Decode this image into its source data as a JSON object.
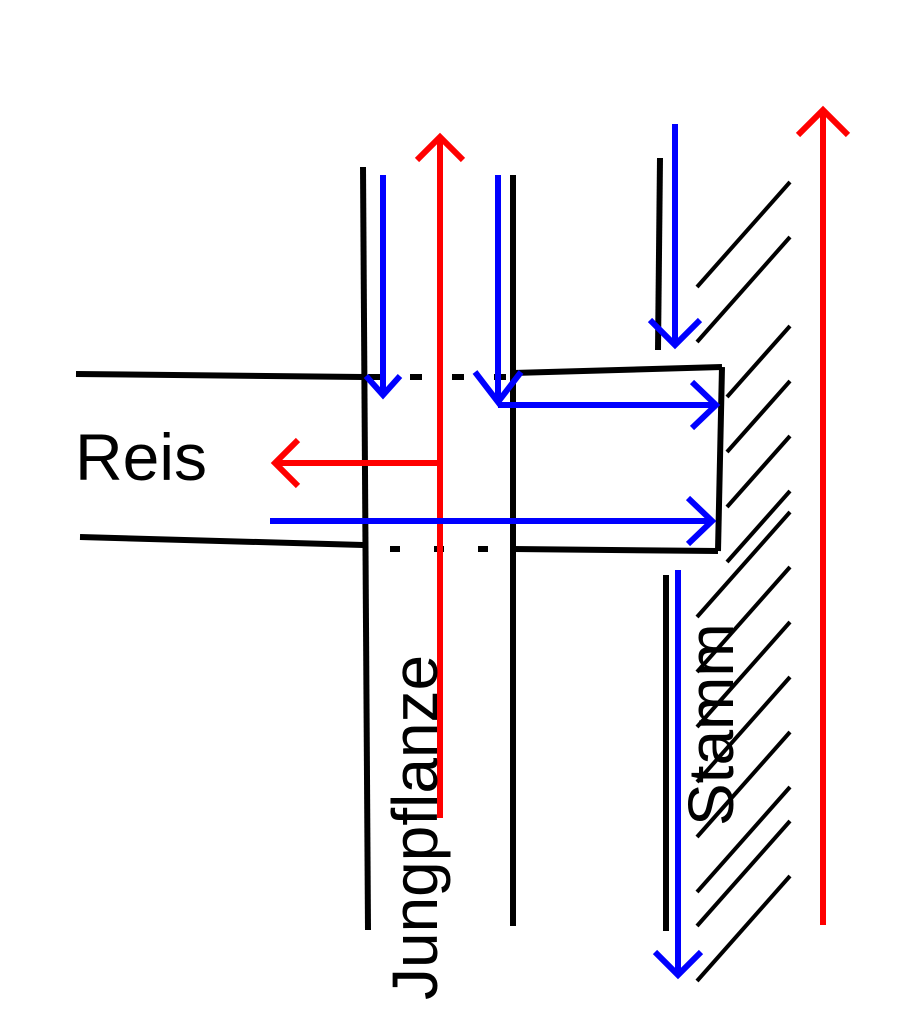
{
  "labels": {
    "reis": "Reis",
    "jungpflanze": "Jungpflanze",
    "stamm": "Stamm"
  },
  "colors": {
    "outline": "#000000",
    "upward_flow": "#ff0000",
    "downward_flow": "#0000ff",
    "background": "#ffffff"
  }
}
